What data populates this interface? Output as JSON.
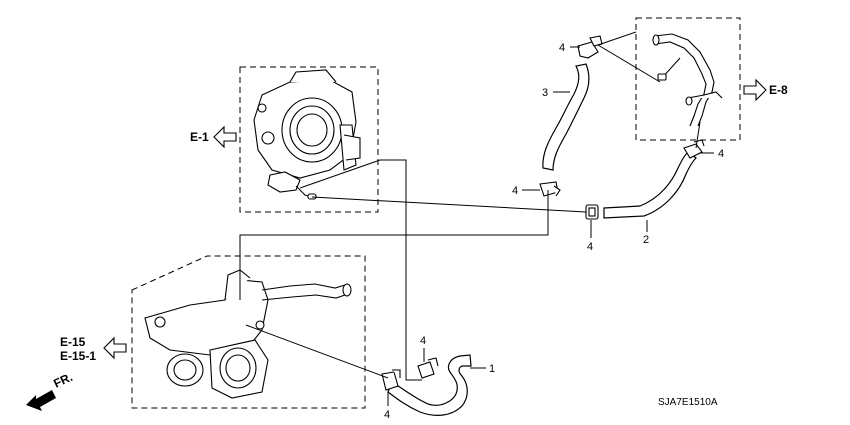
{
  "parts": {
    "hose_1": "1",
    "hose_2": "2",
    "hose_3": "3",
    "clip": "4"
  },
  "references": {
    "e1": "E-1",
    "e8": "E-8",
    "e15": "E-15",
    "e15_1": "E-15-1"
  },
  "direction": "FR.",
  "diagram_code": "SJA7E1510A"
}
